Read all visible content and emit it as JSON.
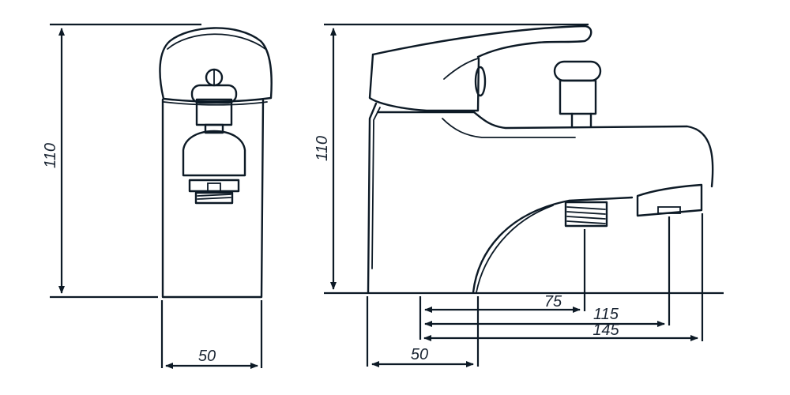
{
  "drawing": {
    "subject": "Bath mixer faucet technical drawing",
    "line_color": "#0d1a26",
    "text_color": "#1a2533",
    "background": "#ffffff"
  },
  "front_view": {
    "height_label": "110",
    "width_label": "50"
  },
  "side_view": {
    "height_label": "110",
    "base_offset_label": "50",
    "spout_outlet_label": "75",
    "shower_outlet_label": "115",
    "overall_reach_label": "145"
  }
}
